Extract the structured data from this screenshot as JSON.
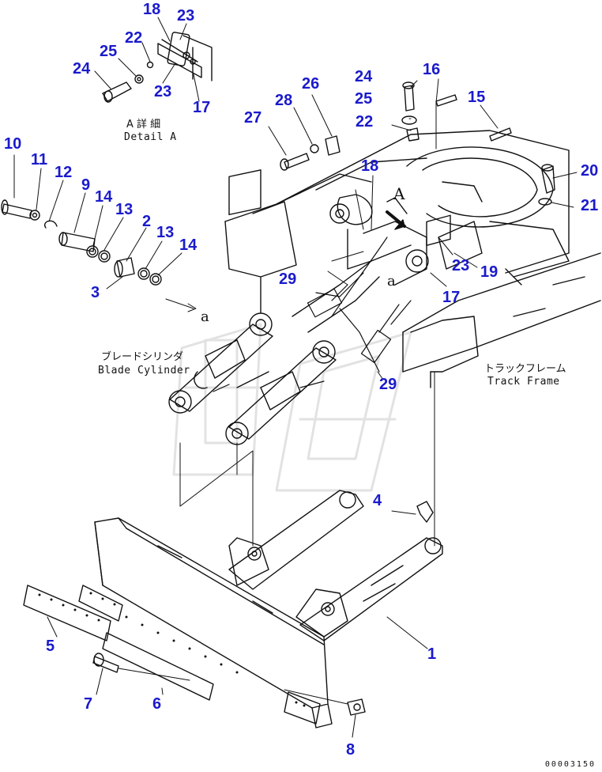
{
  "callout_color": "#1a1acc",
  "line_color": "#111111",
  "callouts": [
    {
      "id": "c18a",
      "text": "18"
    },
    {
      "id": "c23a",
      "text": "23"
    },
    {
      "id": "c22a",
      "text": "22"
    },
    {
      "id": "c25a",
      "text": "25"
    },
    {
      "id": "c24a",
      "text": "24"
    },
    {
      "id": "c23b",
      "text": "23"
    },
    {
      "id": "c17a",
      "text": "17"
    },
    {
      "id": "c24b",
      "text": "24"
    },
    {
      "id": "c16",
      "text": "16"
    },
    {
      "id": "c26",
      "text": "26"
    },
    {
      "id": "c28",
      "text": "28"
    },
    {
      "id": "c27",
      "text": "27"
    },
    {
      "id": "c25b",
      "text": "25"
    },
    {
      "id": "c15",
      "text": "15"
    },
    {
      "id": "c22b",
      "text": "22"
    },
    {
      "id": "c10",
      "text": "10"
    },
    {
      "id": "c11",
      "text": "11"
    },
    {
      "id": "c12",
      "text": "12"
    },
    {
      "id": "c9",
      "text": "9"
    },
    {
      "id": "c14a",
      "text": "14"
    },
    {
      "id": "c13a",
      "text": "13"
    },
    {
      "id": "c2",
      "text": "2"
    },
    {
      "id": "c13b",
      "text": "13"
    },
    {
      "id": "c14b",
      "text": "14"
    },
    {
      "id": "c3",
      "text": "3"
    },
    {
      "id": "c18b",
      "text": "18"
    },
    {
      "id": "c20",
      "text": "20"
    },
    {
      "id": "c21",
      "text": "21"
    },
    {
      "id": "c23c",
      "text": "23"
    },
    {
      "id": "c19",
      "text": "19"
    },
    {
      "id": "c17b",
      "text": "17"
    },
    {
      "id": "c29a",
      "text": "29"
    },
    {
      "id": "c29b",
      "text": "29"
    },
    {
      "id": "c4",
      "text": "4"
    },
    {
      "id": "c1",
      "text": "1"
    },
    {
      "id": "c5",
      "text": "5"
    },
    {
      "id": "c7",
      "text": "7"
    },
    {
      "id": "c6",
      "text": "6"
    },
    {
      "id": "c8",
      "text": "8"
    }
  ],
  "labels": {
    "detail_jp": "A 詳 細",
    "detail_en": "Detail A",
    "blade_cylinder_jp": "ブレードシリンダ",
    "blade_cylinder_en": "Blade Cylinder",
    "track_frame_jp": "トラックフレーム",
    "track_frame_en": "Track Frame",
    "view_a_arrow": "A",
    "ref_a_left": "a",
    "ref_a_mid": "a"
  },
  "figure_code": "00003150"
}
